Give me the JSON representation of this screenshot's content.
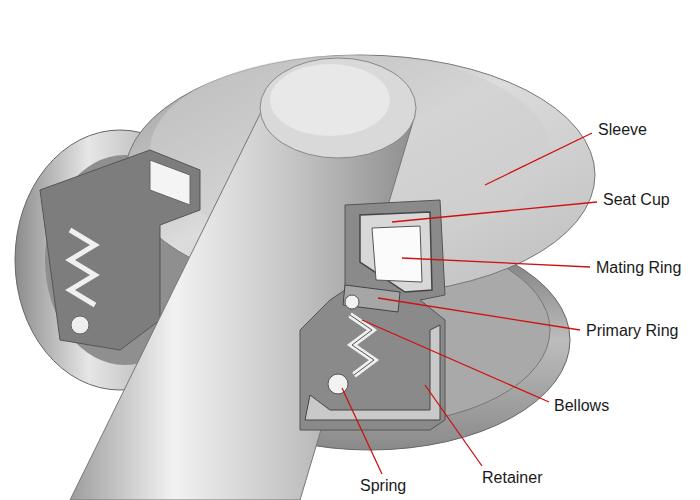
{
  "diagram": {
    "labels": [
      "Sleeve",
      "Seat Cup",
      "Mating Ring",
      "Primary Ring",
      "Bellows",
      "Retainer",
      "Spring"
    ]
  }
}
